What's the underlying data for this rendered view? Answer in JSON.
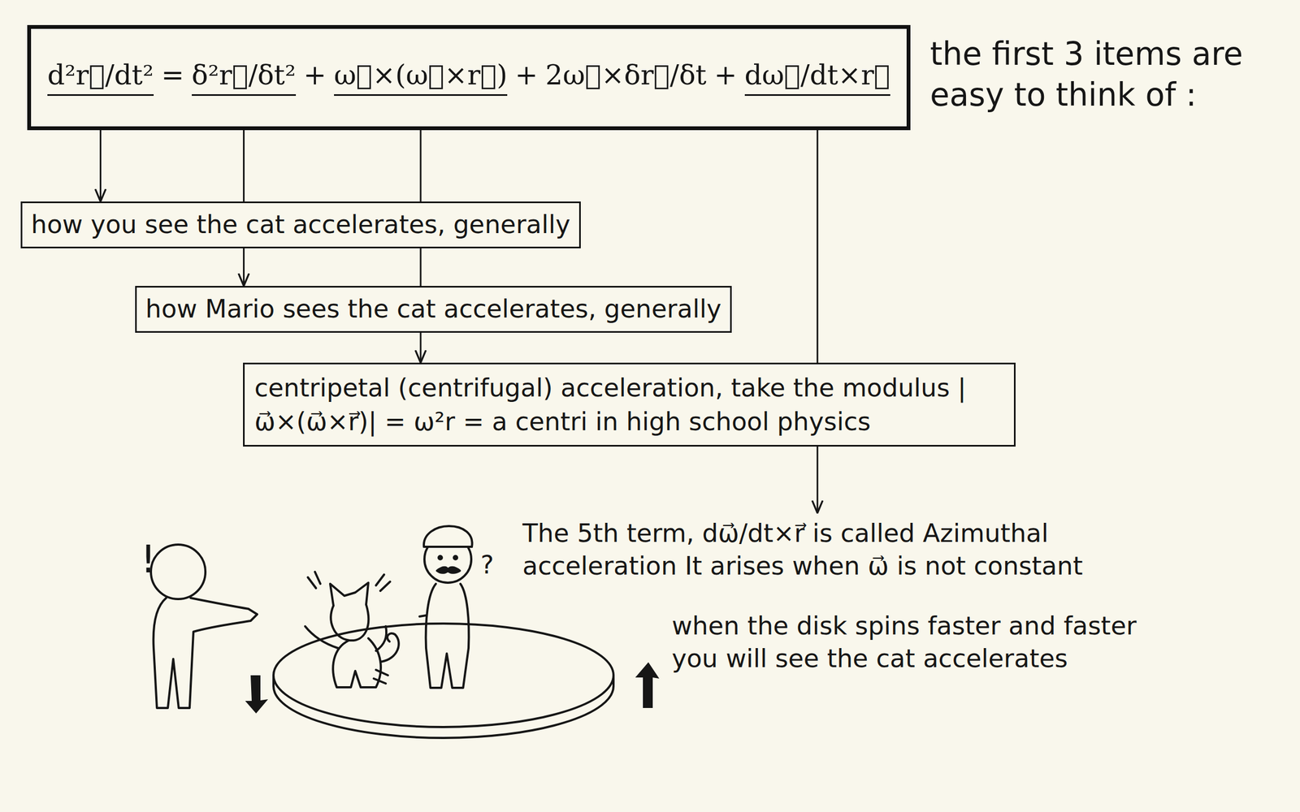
{
  "diagram": {
    "nodes": [
      {
        "text": [
          "d²r⃗/dt²",
          "=",
          "δ²r⃗/δt²",
          "+",
          "ω⃗×(ω⃗×r⃗)",
          "+",
          "2ω⃗×δr⃗/δt",
          "+",
          "dω⃗/dt×r⃗"
        ]
      },
      {
        "text": [
          "how you see the cat accelerates, generally"
        ]
      },
      {
        "text": [
          "how Mario sees the cat accelerates, generally"
        ]
      },
      {
        "text": [
          "centripetal (centrifugal) acceleration, take the modulus |ω⃗×(ω⃗×r⃗)| = ω²r = a centri in high school physics"
        ]
      }
    ],
    "edges": [
      {
        "from": 0,
        "to": 1,
        "arrow": "to"
      },
      {
        "from": 0,
        "to": 2,
        "arrow": "to"
      },
      {
        "from": 0,
        "to": 3,
        "arrow": "to"
      }
    ],
    "labels": [
      "the first 3 items are easy to think of :",
      "The 5th term, dω⃗/dt×r⃗ is called Azimuthal acceleration It arises when ω⃗ is not constant",
      "when the disk spins faster and faster you will see the cat accelerates",
      "!",
      "?"
    ]
  }
}
